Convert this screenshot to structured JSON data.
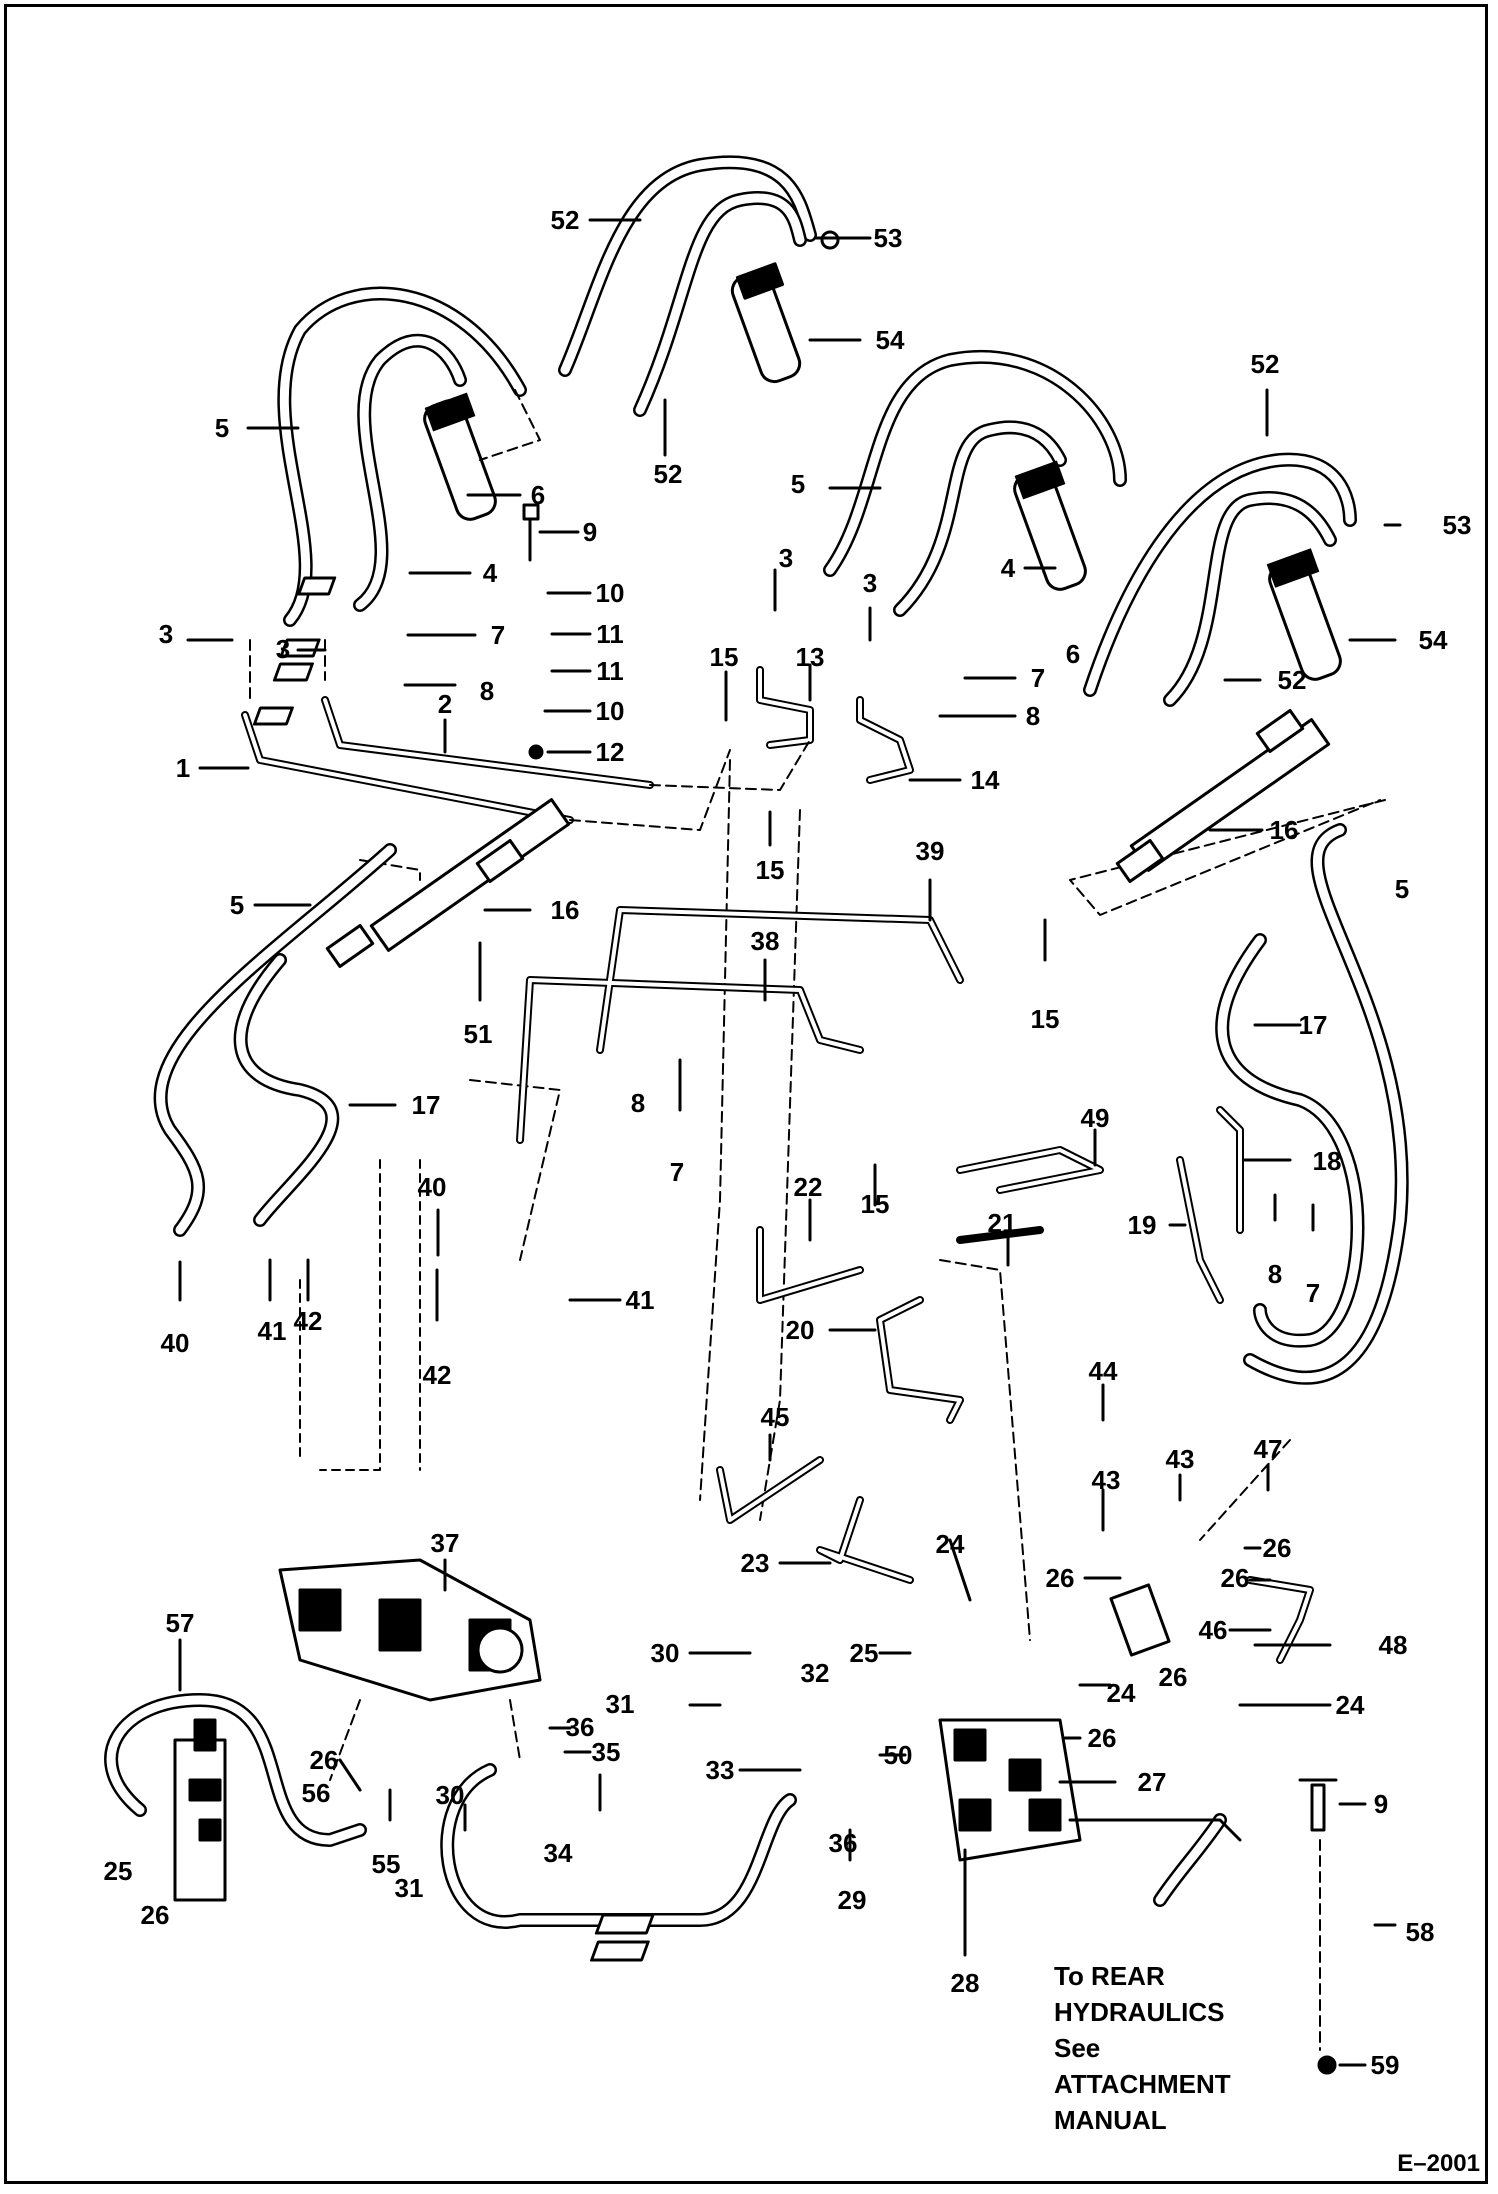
{
  "diagram": {
    "code": "E–2001",
    "note_lines": [
      "To REAR",
      "HYDRAULICS",
      "See",
      "ATTACHMENT",
      "MANUAL"
    ],
    "callouts": [
      {
        "id": "c1",
        "text": "52"
      },
      {
        "id": "c2",
        "text": "53"
      },
      {
        "id": "c3",
        "text": "54"
      },
      {
        "id": "c4",
        "text": "52"
      },
      {
        "id": "c5",
        "text": "52"
      },
      {
        "id": "c6",
        "text": "53"
      },
      {
        "id": "c7",
        "text": "54"
      },
      {
        "id": "c8",
        "text": "52"
      },
      {
        "id": "c9",
        "text": "5"
      },
      {
        "id": "c10",
        "text": "6"
      },
      {
        "id": "c11",
        "text": "9"
      },
      {
        "id": "c12",
        "text": "4"
      },
      {
        "id": "c13",
        "text": "10"
      },
      {
        "id": "c14",
        "text": "3"
      },
      {
        "id": "c15",
        "text": "3"
      },
      {
        "id": "c16",
        "text": "7"
      },
      {
        "id": "c17",
        "text": "11"
      },
      {
        "id": "c18",
        "text": "11"
      },
      {
        "id": "c19",
        "text": "8"
      },
      {
        "id": "c20",
        "text": "10"
      },
      {
        "id": "c21",
        "text": "2"
      },
      {
        "id": "c22",
        "text": "12"
      },
      {
        "id": "c23",
        "text": "1"
      },
      {
        "id": "c24",
        "text": "5"
      },
      {
        "id": "c25",
        "text": "3"
      },
      {
        "id": "c26",
        "text": "3"
      },
      {
        "id": "c27",
        "text": "4"
      },
      {
        "id": "c28",
        "text": "6"
      },
      {
        "id": "c29",
        "text": "15"
      },
      {
        "id": "c30",
        "text": "13"
      },
      {
        "id": "c31",
        "text": "7"
      },
      {
        "id": "c32",
        "text": "8"
      },
      {
        "id": "c33",
        "text": "14"
      },
      {
        "id": "c34",
        "text": "15"
      },
      {
        "id": "c35",
        "text": "39"
      },
      {
        "id": "c36",
        "text": "16"
      },
      {
        "id": "c37",
        "text": "5"
      },
      {
        "id": "c38",
        "text": "5"
      },
      {
        "id": "c39",
        "text": "16"
      },
      {
        "id": "c40",
        "text": "51"
      },
      {
        "id": "c41",
        "text": "38"
      },
      {
        "id": "c42",
        "text": "17"
      },
      {
        "id": "c43",
        "text": "15"
      },
      {
        "id": "c44",
        "text": "17"
      },
      {
        "id": "c45",
        "text": "8"
      },
      {
        "id": "c46",
        "text": "7"
      },
      {
        "id": "c47",
        "text": "49"
      },
      {
        "id": "c48",
        "text": "18"
      },
      {
        "id": "c49",
        "text": "15"
      },
      {
        "id": "c50",
        "text": "40"
      },
      {
        "id": "c51",
        "text": "22"
      },
      {
        "id": "c52",
        "text": "21"
      },
      {
        "id": "c53",
        "text": "19"
      },
      {
        "id": "c54",
        "text": "8"
      },
      {
        "id": "c55",
        "text": "7"
      },
      {
        "id": "c56",
        "text": "41"
      },
      {
        "id": "c57",
        "text": "41"
      },
      {
        "id": "c58",
        "text": "42"
      },
      {
        "id": "c59",
        "text": "40"
      },
      {
        "id": "c60",
        "text": "42"
      },
      {
        "id": "c61",
        "text": "20"
      },
      {
        "id": "c62",
        "text": "44"
      },
      {
        "id": "c63",
        "text": "45"
      },
      {
        "id": "c64",
        "text": "43"
      },
      {
        "id": "c65",
        "text": "47"
      },
      {
        "id": "c66",
        "text": "43"
      },
      {
        "id": "c67",
        "text": "37"
      },
      {
        "id": "c68",
        "text": "26"
      },
      {
        "id": "c69",
        "text": "23"
      },
      {
        "id": "c70",
        "text": "24"
      },
      {
        "id": "c71",
        "text": "26"
      },
      {
        "id": "c72",
        "text": "26"
      },
      {
        "id": "c73",
        "text": "46"
      },
      {
        "id": "c74",
        "text": "48"
      },
      {
        "id": "c75",
        "text": "57"
      },
      {
        "id": "c76",
        "text": "30"
      },
      {
        "id": "c77",
        "text": "25"
      },
      {
        "id": "c78",
        "text": "26"
      },
      {
        "id": "c79",
        "text": "24"
      },
      {
        "id": "c80",
        "text": "32"
      },
      {
        "id": "c81",
        "text": "24"
      },
      {
        "id": "c82",
        "text": "31"
      },
      {
        "id": "c83",
        "text": "36"
      },
      {
        "id": "c84",
        "text": "26"
      },
      {
        "id": "c85",
        "text": "26"
      },
      {
        "id": "c86",
        "text": "35"
      },
      {
        "id": "c87",
        "text": "50"
      },
      {
        "id": "c88",
        "text": "27"
      },
      {
        "id": "c89",
        "text": "56"
      },
      {
        "id": "c90",
        "text": "30"
      },
      {
        "id": "c91",
        "text": "33"
      },
      {
        "id": "c92",
        "text": "9"
      },
      {
        "id": "c93",
        "text": "36"
      },
      {
        "id": "c94",
        "text": "25"
      },
      {
        "id": "c95",
        "text": "55"
      },
      {
        "id": "c96",
        "text": "34"
      },
      {
        "id": "c97",
        "text": "26"
      },
      {
        "id": "c98",
        "text": "31"
      },
      {
        "id": "c99",
        "text": "29"
      },
      {
        "id": "c100",
        "text": "58"
      },
      {
        "id": "c101",
        "text": "28"
      },
      {
        "id": "c102",
        "text": "59"
      }
    ]
  }
}
